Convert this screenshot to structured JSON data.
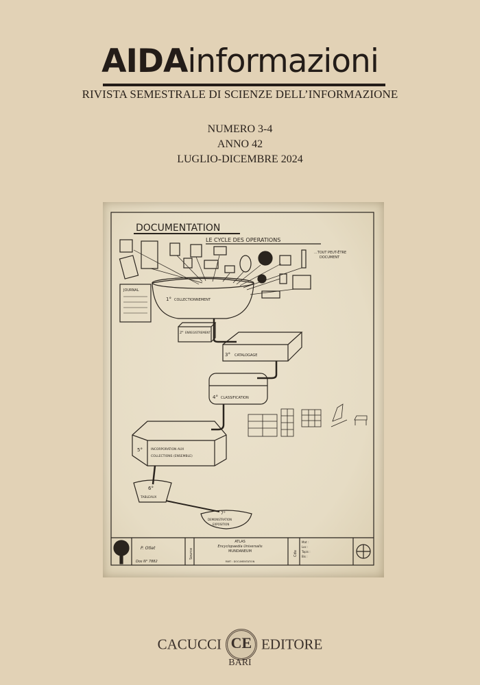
{
  "header": {
    "title_part1": "AIDA",
    "title_part2": "informazioni",
    "subtitle": "RIVISTA SEMESTRALE DI SCIENZE DELL’INFORMAZIONE"
  },
  "issue": {
    "number": "NUMERO 3-4",
    "year": "ANNO 42",
    "period": "LUGLIO-DICEMBRE 2024"
  },
  "illustration": {
    "heading": "DOCUMENTATION",
    "subheading": "LE CYCLE DES OPERATIONS",
    "note_line1": "...TOUT PEUT-ÊTRE",
    "note_line2": "DOCUMENT",
    "journal": "JOURNAL",
    "steps": [
      {
        "num": "1°",
        "label": "COLLECTIONNEMENT"
      },
      {
        "num": "2°",
        "label": "ENREGISTREMENT"
      },
      {
        "num": "3°",
        "label": "CATALOGAGE"
      },
      {
        "num": "4°",
        "label": "CLASSIFICATION"
      },
      {
        "num": "5°",
        "label": "INCORPORATION AUX",
        "label2": "COLLECTIONS (ENSEMBLE)"
      },
      {
        "num": "6°",
        "label": "TABLEAUX"
      },
      {
        "num": "7°",
        "label": "DEMONSTRATION",
        "label2": "EXPOSITION"
      }
    ],
    "title_block": {
      "author": "P. Otlet",
      "doc_no": "Dos N° 7882",
      "source": "Source",
      "atlas": "ATLAS",
      "atlas_line2": "Encyclopaedia Universalis",
      "atlas_line3": "MUNDANEUM",
      "part": "PART : DOCUMENTATION",
      "cdu": "Cdu",
      "meta": [
        "Mat :",
        "Loc :",
        "Tapis :",
        "Bis :"
      ]
    }
  },
  "publisher": {
    "name_left": "CACUCCI",
    "name_right": "EDITORE",
    "seal_letters": "CE",
    "city": "BARI"
  }
}
